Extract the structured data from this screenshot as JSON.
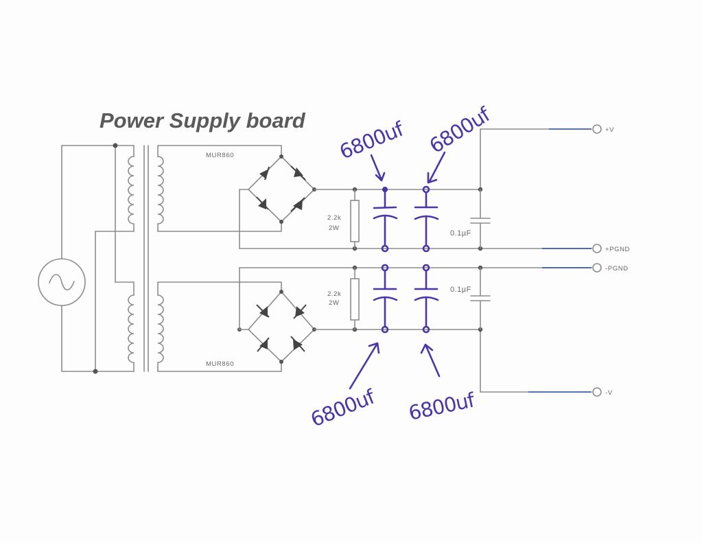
{
  "diagram": {
    "title": "Power Supply board",
    "rectifier_top": "MUR860",
    "rectifier_bottom": "MUR860",
    "resistor_top": {
      "value": "2.2k",
      "power": "2W"
    },
    "resistor_bottom": {
      "value": "2.2k",
      "power": "2W"
    },
    "cap_film_top": "0.1µF",
    "cap_film_bottom": "0.1µF",
    "terminals": {
      "pos_v": "+V",
      "pos_pgnd": "+PGND",
      "neg_pgnd": "-PGND",
      "neg_v": "-V"
    }
  },
  "annotations": {
    "cap_top_1": "6800uf",
    "cap_top_2": "6800uf",
    "cap_bottom_1": "6800uf",
    "cap_bottom_2": "6800uf"
  },
  "colors": {
    "wire": "#8c8c8c",
    "handwriting": "#4b35a8",
    "output_line": "#3b5fb0"
  }
}
